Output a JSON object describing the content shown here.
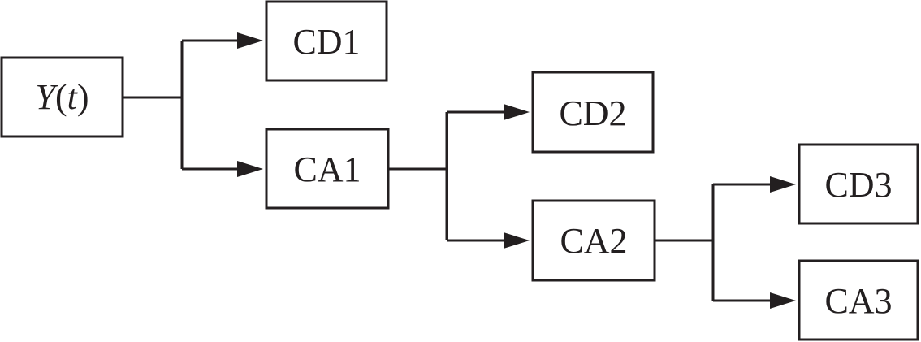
{
  "diagram": {
    "root": {
      "var": "Y",
      "open": "(",
      "arg": "t",
      "close": ")"
    },
    "nodes": {
      "cd1": "CD1",
      "ca1": "CA1",
      "cd2": "CD2",
      "ca2": "CA2",
      "cd3": "CD3",
      "ca3": "CA3"
    },
    "edges": [
      {
        "from": "root",
        "to": "cd1"
      },
      {
        "from": "root",
        "to": "ca1"
      },
      {
        "from": "ca1",
        "to": "cd2"
      },
      {
        "from": "ca1",
        "to": "ca2"
      },
      {
        "from": "ca2",
        "to": "cd3"
      },
      {
        "from": "ca2",
        "to": "ca3"
      }
    ],
    "colors": {
      "stroke": "#231f20",
      "background": "#ffffff"
    }
  }
}
